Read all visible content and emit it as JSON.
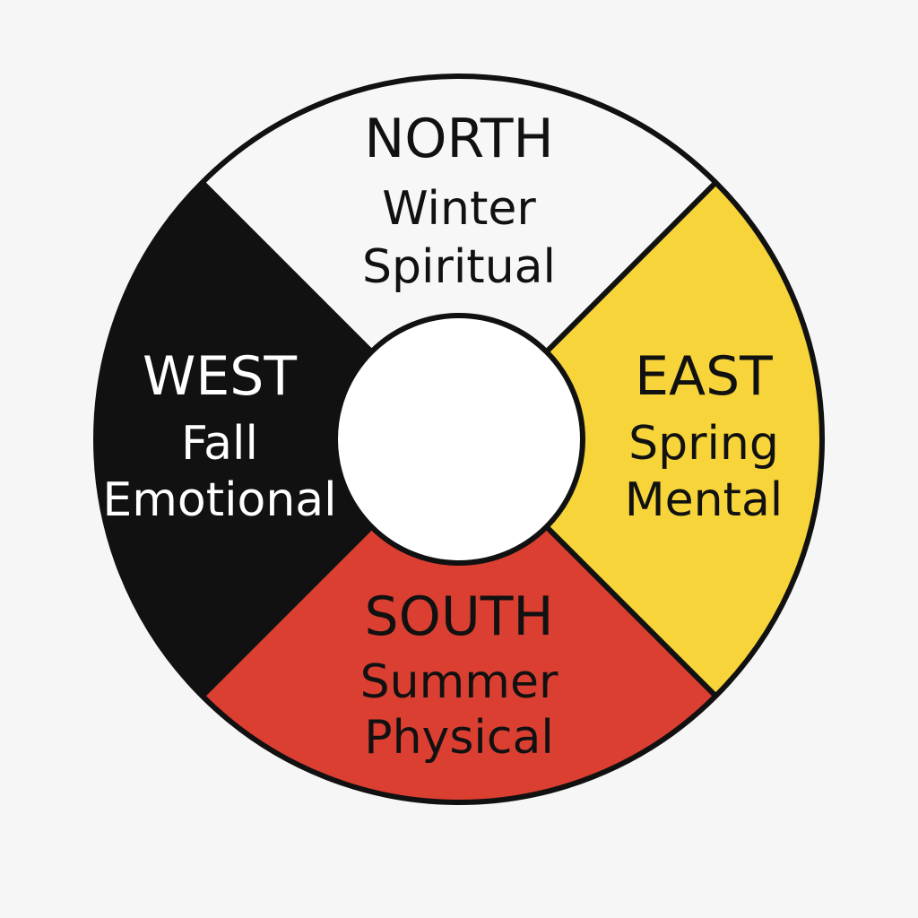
{
  "background": "#f6f6f6",
  "outline_color": "#111111",
  "center_color": "#ffffff",
  "quadrants": [
    {
      "id": "north",
      "color": "#f7f7f7",
      "text_color": "#111111",
      "direction": "NORTH",
      "season": "Winter",
      "aspect": "Spiritual"
    },
    {
      "id": "east",
      "color": "#f6d43a",
      "text_color": "#111111",
      "direction": "EAST",
      "season": "Spring",
      "aspect": "Mental"
    },
    {
      "id": "south",
      "color": "#da3f31",
      "text_color": "#111111",
      "direction": "SOUTH",
      "season": "Summer",
      "aspect": "Physical"
    },
    {
      "id": "west",
      "color": "#111111",
      "text_color": "#ffffff",
      "direction": "WEST",
      "season": "Fall",
      "aspect": "Emotional"
    }
  ]
}
